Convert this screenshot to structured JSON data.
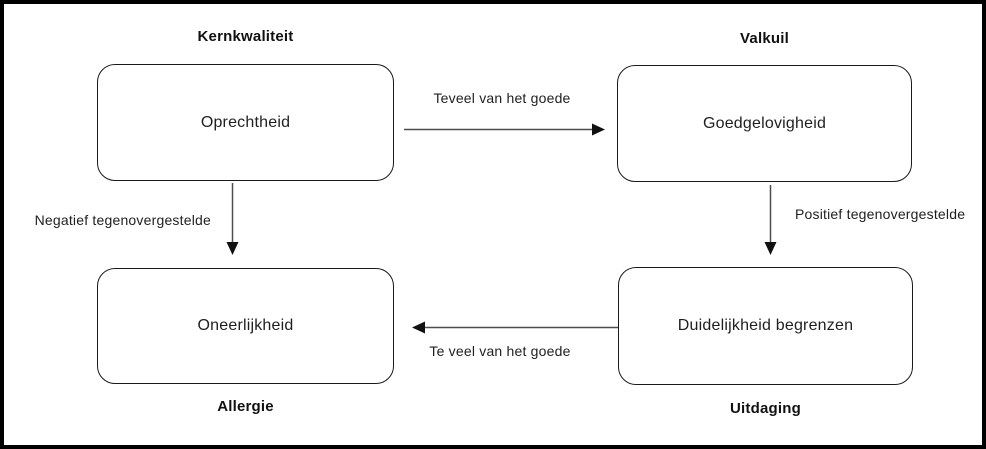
{
  "diagram": {
    "type": "core-quadrant",
    "nodes": {
      "kernkwaliteit": {
        "heading": "Kernkwaliteit",
        "text": "Oprechtheid"
      },
      "valkuil": {
        "heading": "Valkuil",
        "text": "Goedgelovigheid"
      },
      "allergie": {
        "heading": "Allergie",
        "text": "Oneerlijkheid"
      },
      "uitdaging": {
        "heading": "Uitdaging",
        "text": "Duidelijkheid begrenzen"
      }
    },
    "edges": {
      "kernkwaliteit_to_valkuil": {
        "from": "Oprechtheid",
        "to": "Goedgelovigheid",
        "label": "Teveel van het goede",
        "direction": "right"
      },
      "valkuil_to_uitdaging": {
        "from": "Goedgelovigheid",
        "to": "Duidelijkheid begrenzen",
        "label": "Positief tegenovergestelde",
        "direction": "down"
      },
      "uitdaging_to_allergie": {
        "from": "Duidelijkheid begrenzen",
        "to": "Oneerlijkheid",
        "label": "Te veel van het goede",
        "direction": "left"
      },
      "kernkwaliteit_to_allergie": {
        "from": "Oprechtheid",
        "to": "Oneerlijkheid",
        "label": "Negatief tegenovergestelde",
        "direction": "down"
      }
    },
    "colors": {
      "background": "#ffffff",
      "outer_border": "#000000",
      "box_border": "#1a1a1a",
      "text": "#1f1f1f",
      "arrow_line": "#4d4d4d",
      "arrow_head": "#111111"
    }
  }
}
